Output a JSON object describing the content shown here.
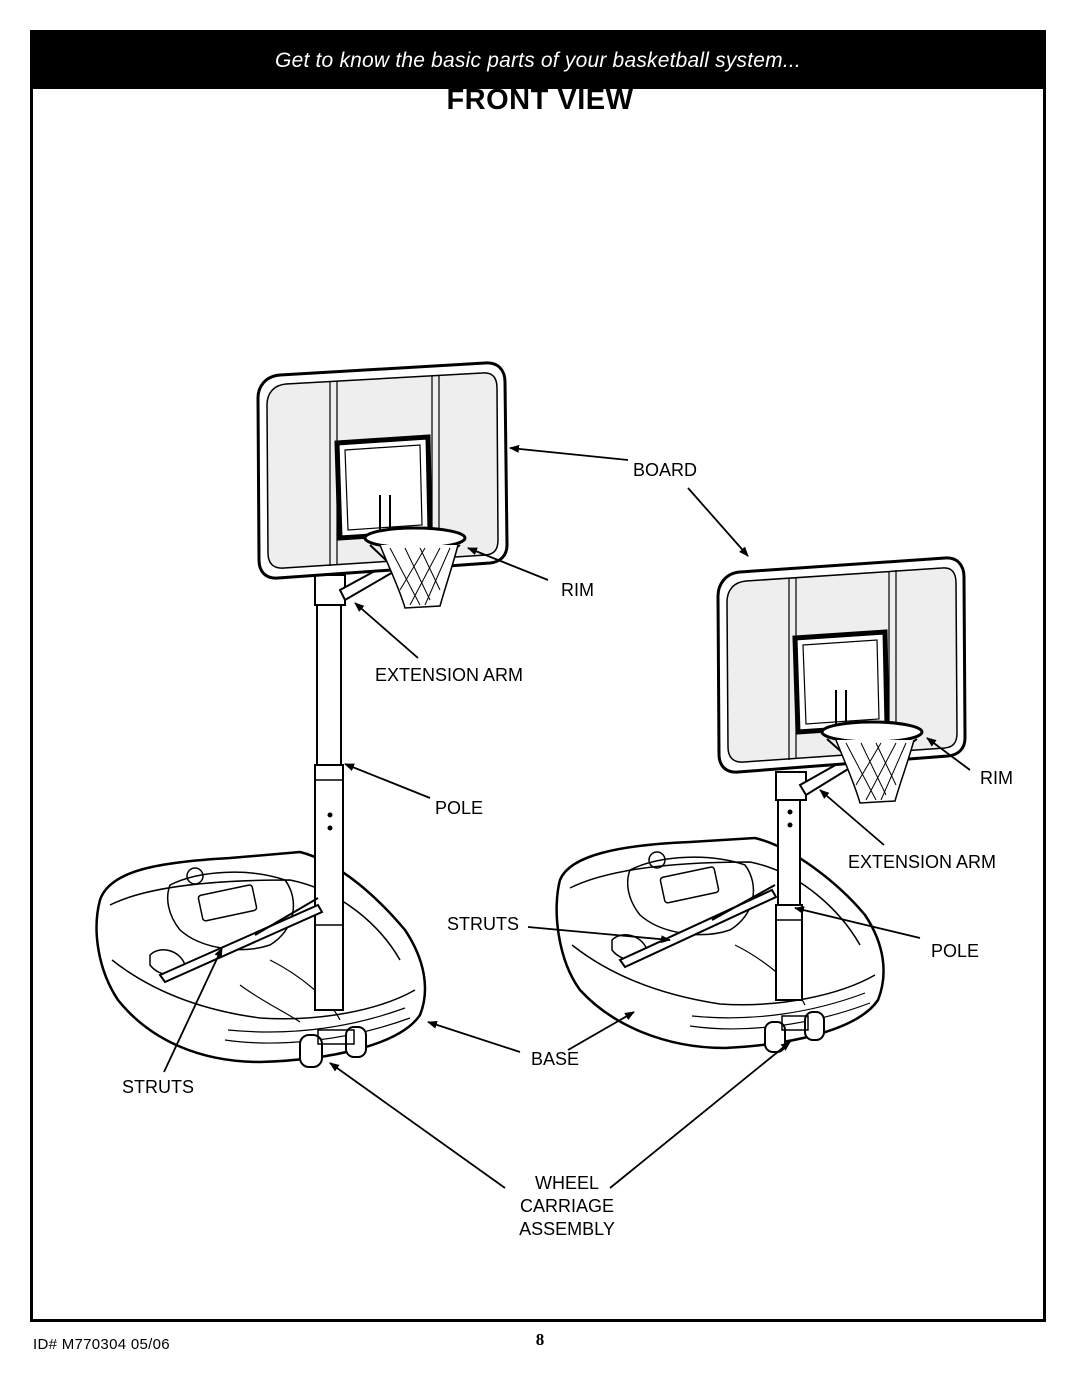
{
  "header": {
    "banner": "Get to know the basic parts of your basketball system..."
  },
  "title": "FRONT VIEW",
  "labels": {
    "board": "BOARD",
    "rim_left": "RIM",
    "extension_arm_left": "EXTENSION ARM",
    "pole_left": "POLE",
    "struts_center": "STRUTS",
    "struts_left": "STRUTS",
    "base": "BASE",
    "rim_right": "RIM",
    "extension_arm_right": "EXTENSION ARM",
    "pole_right": "POLE",
    "wheel_line1": "WHEEL",
    "wheel_line2": "CARRIAGE",
    "wheel_line3": "ASSEMBLY"
  },
  "footer": {
    "id": "ID# M770304 05/06",
    "page": "8"
  }
}
